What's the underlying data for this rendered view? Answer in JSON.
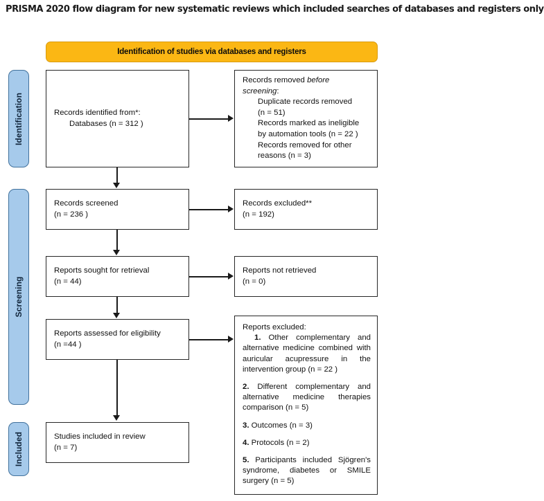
{
  "title": "PRISMA 2020 flow diagram for new systematic reviews which included searches of databases and registers only",
  "phase_header": {
    "label": "Identification of studies via databases and registers",
    "fill_color": "#fbb714",
    "border_color": "#d89b10"
  },
  "phase_tabs": [
    {
      "id": "identification",
      "label": "Identification",
      "fill_color": "#a6caeb",
      "border_color": "#41719c"
    },
    {
      "id": "screening",
      "label": "Screening",
      "fill_color": "#a6caeb",
      "border_color": "#41719c"
    },
    {
      "id": "included",
      "label": "Included",
      "fill_color": "#a6caeb",
      "border_color": "#41719c"
    }
  ],
  "boxes": {
    "identified": {
      "line1": "Records identified from*:",
      "line2": "Databases (n = 312 )"
    },
    "removed": {
      "head_a": "Records removed ",
      "head_b": "before",
      "head_c": "screening",
      "head_d": ":",
      "item1a": "Duplicate records removed",
      "item1b": "(n = 51)",
      "item2a": "Records marked as ineligible",
      "item2b": "by automation tools (n = 22 )",
      "item3a": "Records removed for other",
      "item3b": "reasons (n = 3)"
    },
    "screened": {
      "line1": "Records screened",
      "line2": "(n = 236 )"
    },
    "excluded": {
      "line1": "Records excluded**",
      "line2": "(n = 192)"
    },
    "sought": {
      "line1": "Reports sought for retrieval",
      "line2": "(n = 44)"
    },
    "not_retrieved": {
      "line1": "Reports not retrieved",
      "line2": "(n = 0)"
    },
    "assessed": {
      "line1": "Reports assessed for eligibility",
      "line2": "(n =44 )"
    },
    "reports_excluded": {
      "head": "Reports excluded:",
      "items": [
        {
          "num": "1.",
          "text": " Other complementary and alternative medicine combined with auricular acupressure in the intervention group (n = 22 )"
        },
        {
          "num": "2.",
          "text": " Different complementary and alternative medicine therapies comparison (n = 5)"
        },
        {
          "num": "3.",
          "text": " Outcomes (n = 3)"
        },
        {
          "num": "4.",
          "text": " Protocols  (n = 2)"
        },
        {
          "num": "5.",
          "text": " Participants included Sjögren's syndrome, diabetes or SMILE surgery  (n = 5)"
        }
      ]
    },
    "included": {
      "line1": "Studies included in review",
      "line2": "(n = 7)"
    }
  }
}
